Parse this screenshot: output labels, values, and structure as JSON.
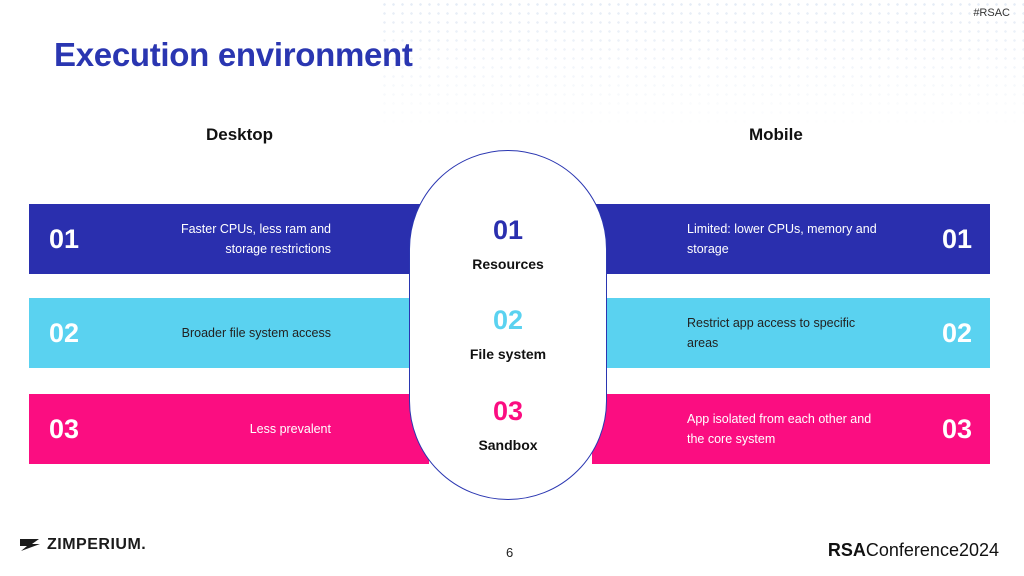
{
  "header": {
    "hashtag": "#RSAC",
    "title": "Execution environment"
  },
  "columns": {
    "desktop": "Desktop",
    "mobile": "Mobile"
  },
  "rows": [
    {
      "number": "01",
      "desktop": "Faster CPUs, less ram and storage restrictions",
      "category": "Resources",
      "mobile": "Limited: lower CPUs, memory and storage"
    },
    {
      "number": "02",
      "desktop": "Broader file system access",
      "category": "File system",
      "mobile": "Restrict app access to specific areas"
    },
    {
      "number": "03",
      "desktop": "Less prevalent",
      "category": "Sandbox",
      "mobile": "App isolated from each other and the core system"
    }
  ],
  "colors": {
    "title": "#2a36b1",
    "row1": "#2a2fae",
    "row2": "#5ad2f0",
    "row3": "#fb0d81"
  },
  "footer": {
    "logo_text": "ZIMPERIUM.",
    "logo_icon": "zimperium-mark-icon",
    "page_number": "6",
    "conference_brand": "RSA",
    "conference_name": "Conference",
    "conference_year": "2024"
  }
}
